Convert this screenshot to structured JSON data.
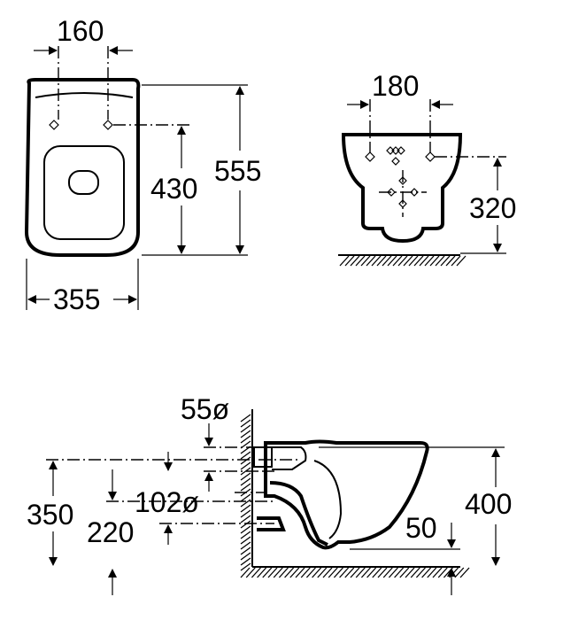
{
  "front_view": {
    "bolt_spacing": "160",
    "total_height": "555",
    "bolt_height": "430",
    "width": "355"
  },
  "rear_view": {
    "bolt_spacing": "180",
    "bolt_height": "320"
  },
  "side_view": {
    "outlet_diameter": "55ø",
    "waste_diameter": "102ø",
    "inlet_height": "350",
    "waste_height": "220",
    "rim_height": "400",
    "bowl_clearance": "50"
  }
}
